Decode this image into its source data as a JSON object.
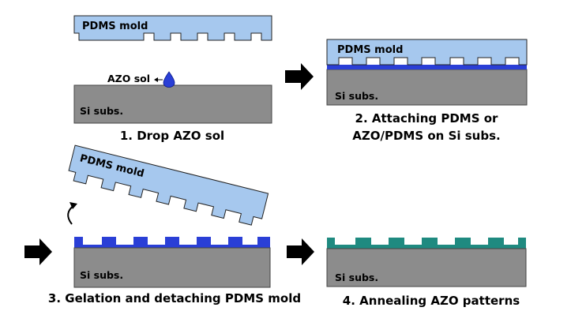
{
  "labels": {
    "pdms_mold": "PDMS mold",
    "si_subs": "Si subs.",
    "azo_sol": "AZO sol"
  },
  "captions": {
    "step1": "1. Drop AZO sol",
    "step2_line1": "2. Attaching PDMS or",
    "step2_line2": "AZO/PDMS on Si subs.",
    "step3": "3. Gelation and detaching PDMS mold",
    "step4": "4. Annealing AZO patterns"
  },
  "colors": {
    "pdms": "#a6c8ee",
    "substrate": "#8c8c8c",
    "azo_sol": "#2a3fd6",
    "azo_annealed": "#1f8a80",
    "arrow": "#000000"
  }
}
